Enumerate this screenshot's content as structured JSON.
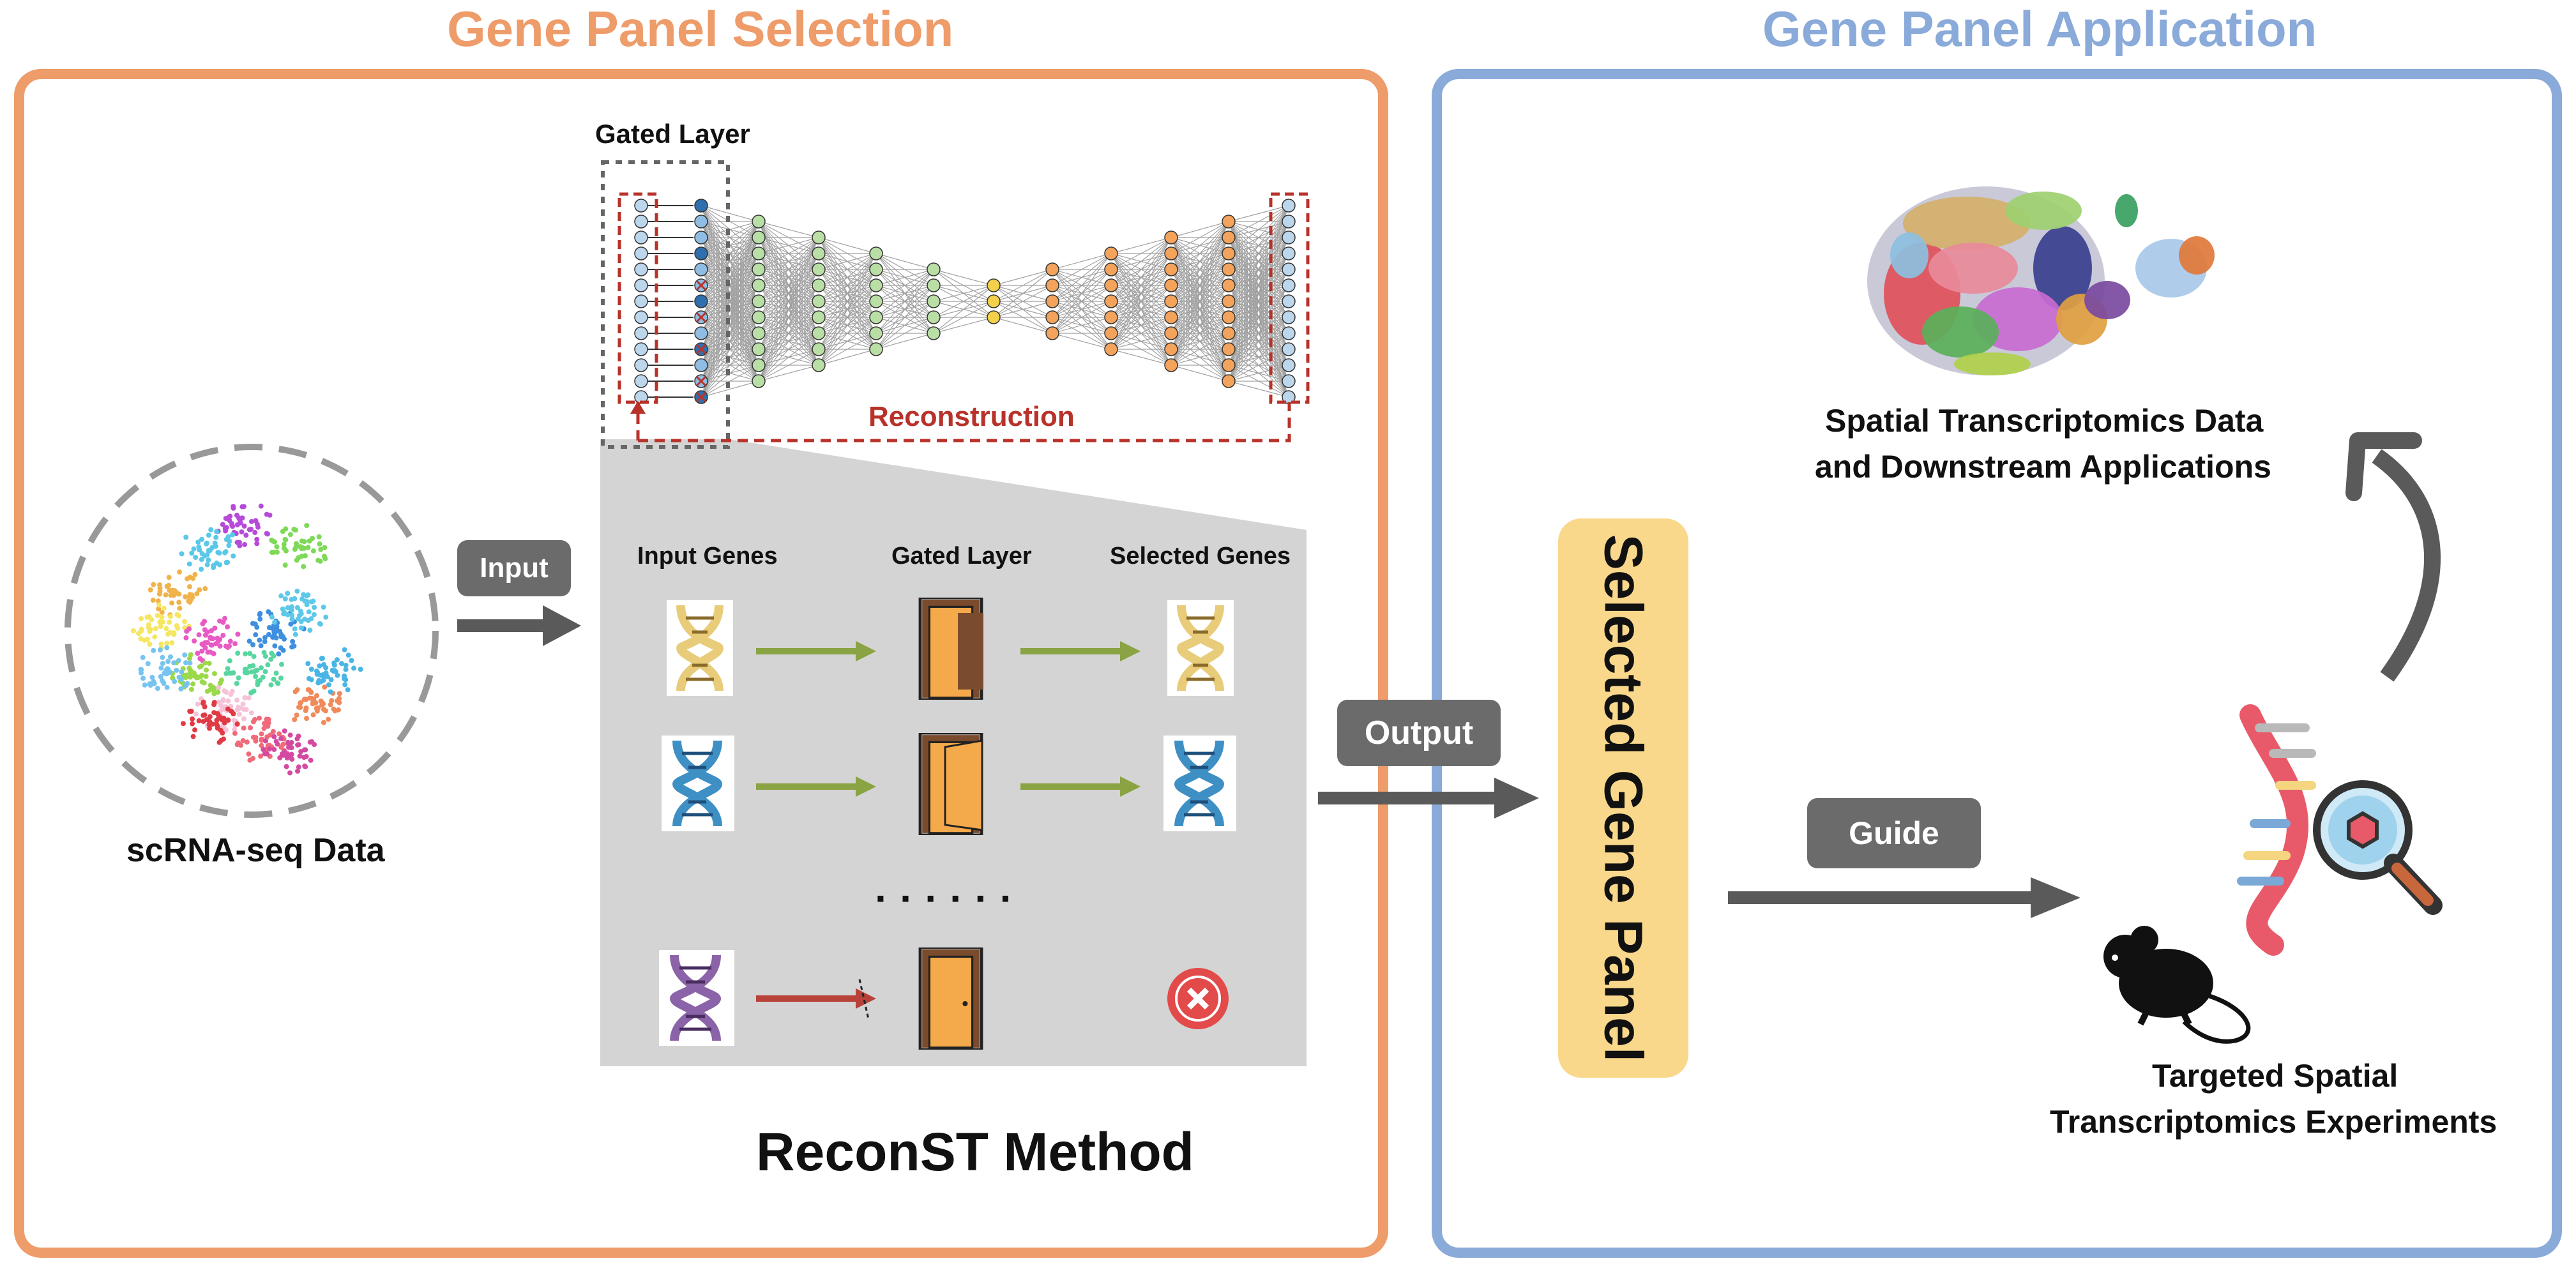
{
  "sections": {
    "selection_title": "Gene Panel Selection",
    "application_title": "Gene Panel Application"
  },
  "colors": {
    "selection_accent": "#ee9c6a",
    "application_accent": "#8aaad9",
    "reconstruction_red": "#b8322a",
    "arrow_gray": "#5a5a5a",
    "gene_panel_fill": "#f9d88c"
  },
  "labels": {
    "gated_layer_top": "Gated Layer",
    "reconstruction": "Reconstruction",
    "scrna_seq_data": "scRNA-seq Data",
    "input_button": "Input",
    "col_input_genes": "Input Genes",
    "col_gated_layer": "Gated Layer",
    "col_selected_genes": "Selected Genes",
    "ellipsis": "· · · · · ·",
    "method_title": "ReconST Method",
    "output_button": "Output",
    "selected_gene_panel": "Selected Gene Panel",
    "guide_button": "Guide",
    "spatial_data_line1": "Spatial Transcriptomics Data",
    "spatial_data_line2": "and Downstream Applications",
    "targeted_line1": "Targeted Spatial",
    "targeted_line2": "Transcriptomics Experiments"
  },
  "icons": [
    "dna-icon",
    "door-icon",
    "reject-icon",
    "mouse-icon",
    "magnifier-icon",
    "brain-section-icon",
    "umap-cluster-icon",
    "neural-network-icon"
  ]
}
